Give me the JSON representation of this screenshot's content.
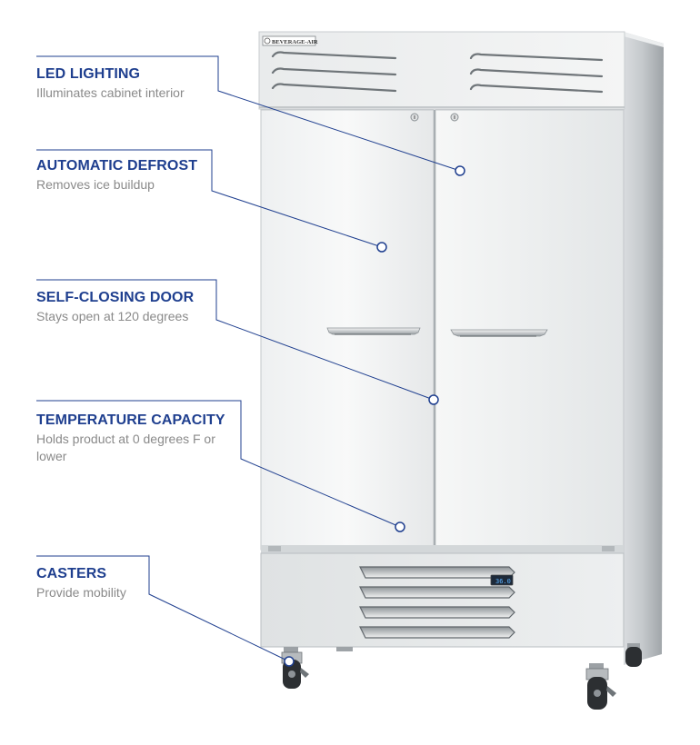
{
  "brand": "BEVERAGE-AIR",
  "display_readout": "36.0",
  "accent_color": "#1f3f8f",
  "features": [
    {
      "title": "LED LIGHTING",
      "description": "Illuminates cabinet interior"
    },
    {
      "title": "AUTOMATIC DEFROST",
      "description": "Removes ice buildup"
    },
    {
      "title": "SELF-CLOSING DOOR",
      "description": "Stays open at 120 degrees"
    },
    {
      "title": "TEMPERATURE CAPACITY",
      "description": "Holds product at 0 degrees F or lower"
    },
    {
      "title": "CASTERS",
      "description": "Provide mobility"
    }
  ]
}
